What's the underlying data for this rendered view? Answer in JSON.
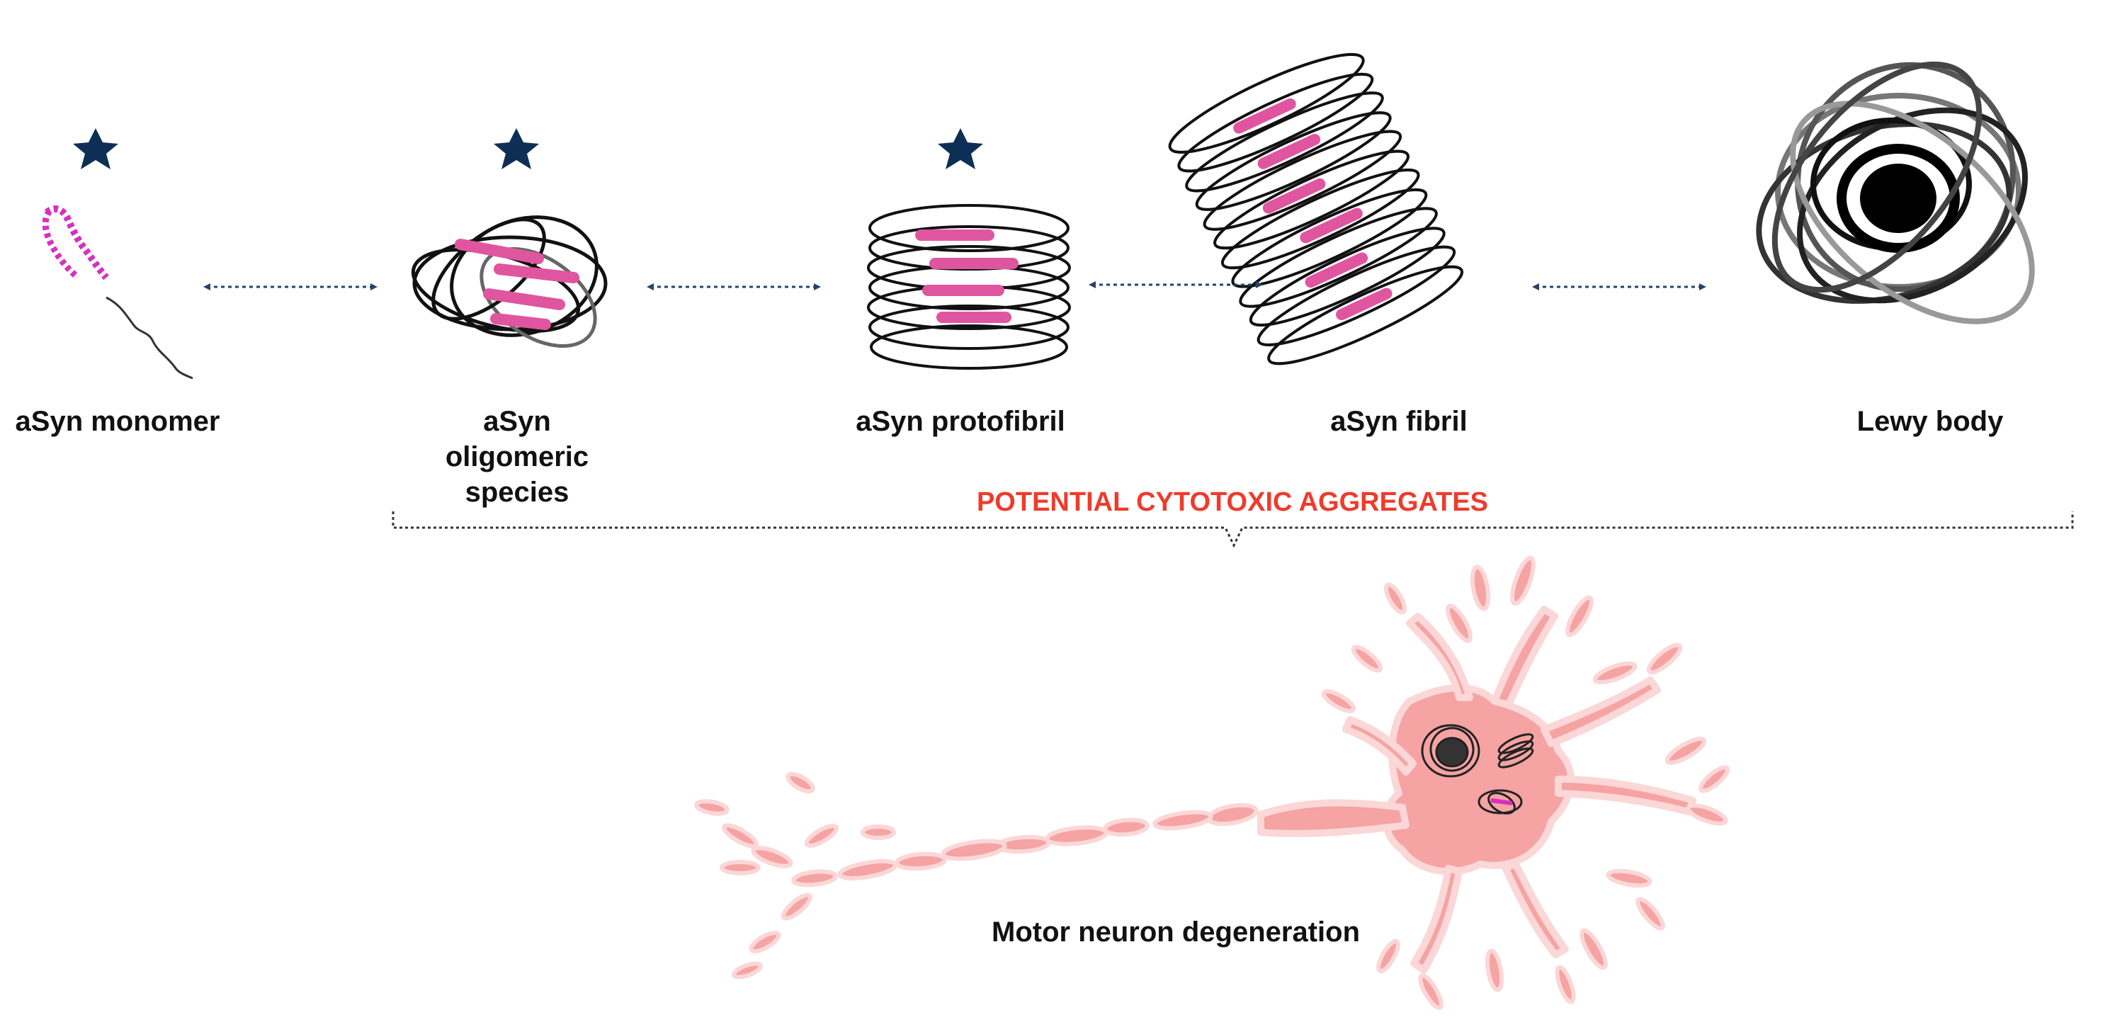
{
  "stages": [
    {
      "label": "aSyn monomer",
      "toxic_star": true
    },
    {
      "label": "aSyn oligomeric species",
      "toxic_star": true
    },
    {
      "label": "aSyn protofibril",
      "toxic_star": true
    },
    {
      "label": "aSyn fibril",
      "toxic_star": false
    },
    {
      "label": "Lewy body",
      "toxic_star": false
    }
  ],
  "bracket_label": "POTENTIAL CYTOTOXIC AGGREGATES",
  "outcome_label": "Motor neuron degeneration",
  "colors": {
    "star": "#0e2f55",
    "arrow": "#24436b",
    "helix": "#d62fc1",
    "beta_strand": "#e0559f",
    "aggregate_line": "#111111",
    "neuron_fill": "#f6a3a3",
    "neuron_edge": "#fbd7d7",
    "warning_text": "#ef3b2c"
  },
  "icons": [
    "star-icon",
    "double-arrow-icon",
    "monomer-helix-icon",
    "oligomer-icon",
    "protofibril-icon",
    "fibril-icon",
    "lewy-body-icon",
    "neuron-icon"
  ]
}
